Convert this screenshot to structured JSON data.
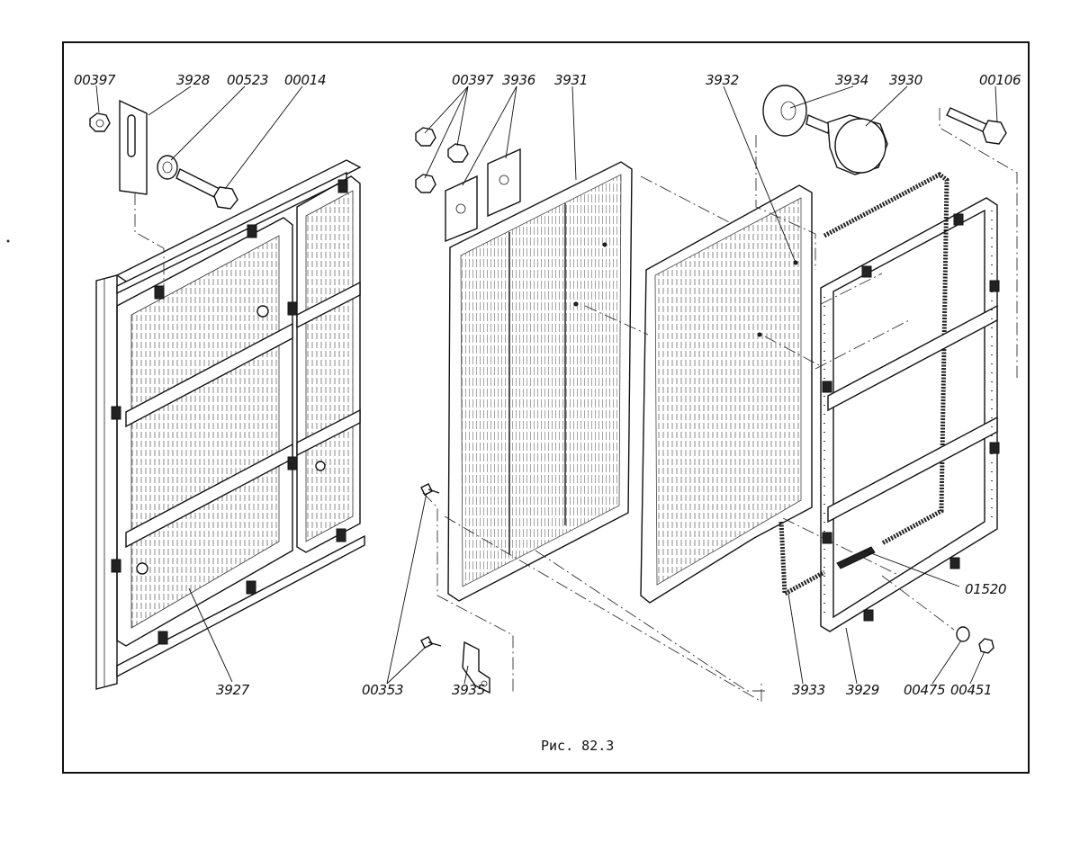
{
  "caption": "Рис. 82.3",
  "callouts": {
    "c00397_left": "00397",
    "c3928": "3928",
    "c00523": "00523",
    "c00014": "00014",
    "c3927": "3927",
    "c00397_mid": "00397",
    "c3936": "3936",
    "c3931": "3931",
    "c3932": "3932",
    "c3934": "3934",
    "c3930": "3930",
    "c00106": "00106",
    "c01520": "01520",
    "c00353": "00353",
    "c3935": "3935",
    "c3933": "3933",
    "c3929": "3929",
    "c00475": "00475",
    "c00451": "00451"
  }
}
